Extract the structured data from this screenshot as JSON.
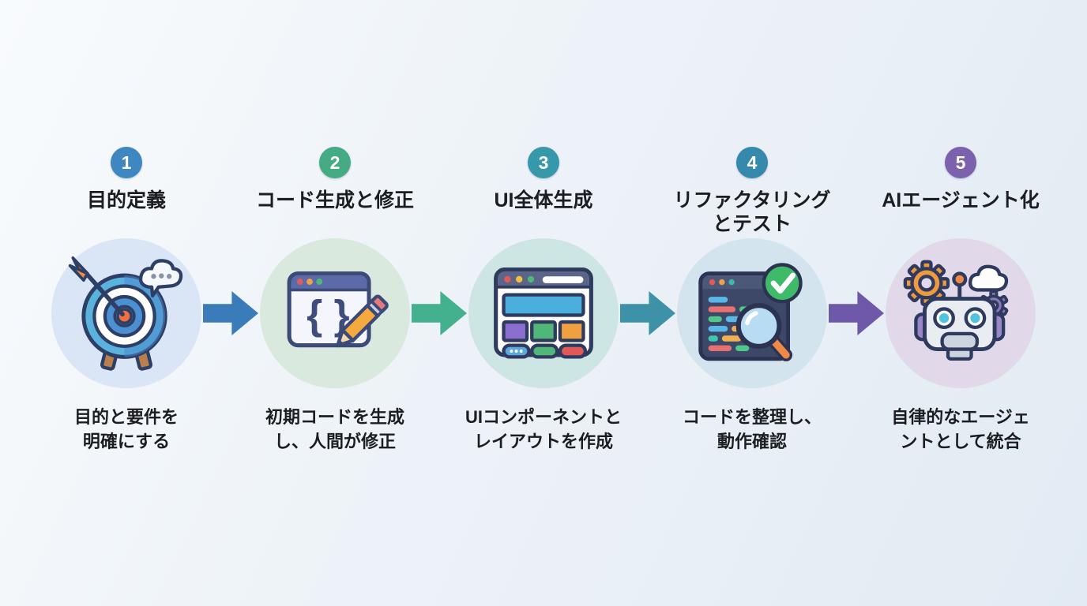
{
  "steps": [
    {
      "number": "1",
      "title": "目的定義",
      "desc_line1": "目的と要件を",
      "desc_line2": "明確にする",
      "badge_color": "#3f87c0",
      "circle_color": "#dae5f6",
      "icon": "target-icon"
    },
    {
      "number": "2",
      "title": "コード生成と修正",
      "desc_line1": "初期コードを生成",
      "desc_line2": "し、人間が修正",
      "badge_color": "#44ab84",
      "circle_color": "#d9e9de",
      "icon": "code-editor-icon"
    },
    {
      "number": "3",
      "title": "UI全体生成",
      "desc_line1": "UIコンポーネントと",
      "desc_line2": "レイアウトを作成",
      "badge_color": "#3798ab",
      "circle_color": "#cde5e3",
      "icon": "browser-ui-icon"
    },
    {
      "number": "4",
      "title": "リファクタリングとテスト",
      "desc_line1": "コードを整理し、",
      "desc_line2": "動作確認",
      "badge_color": "#3489ad",
      "circle_color": "#d3e4ef",
      "icon": "code-review-icon"
    },
    {
      "number": "5",
      "title": "AIエージェント化",
      "desc_line1": "自律的なエージェ",
      "desc_line2": "ントとして統合",
      "badge_color": "#7c62ad",
      "circle_color": "#e1d9ea",
      "icon": "robot-icon"
    }
  ],
  "arrows": [
    {
      "color": "#3a7cb9"
    },
    {
      "color": "#43b08e"
    },
    {
      "color": "#3e92a8"
    },
    {
      "color": "#6e58a9"
    }
  ]
}
